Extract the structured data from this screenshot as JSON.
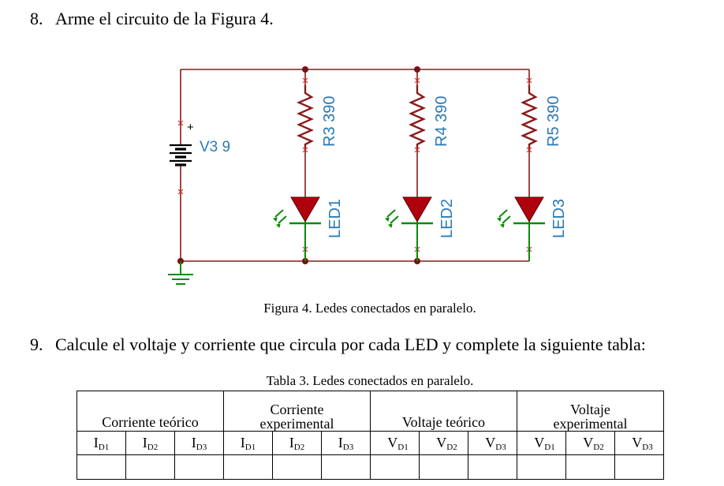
{
  "item8": {
    "number": "8.",
    "text": "Arme el circuito de la Figura 4."
  },
  "circuit": {
    "source": {
      "label": "V3 9",
      "polarity": "+"
    },
    "resistors": [
      "R3 390",
      "R4 390",
      "R5 390"
    ],
    "leds": [
      "LED1",
      "LED2",
      "LED3"
    ],
    "colors": {
      "wire": "#8b1a1a",
      "resistor": "#8b1a1a",
      "led": "#b0000e",
      "ground": "#0a8a0a",
      "label": "#2a7ab8"
    }
  },
  "figure_caption": "Figura 4. Ledes conectados en paralelo.",
  "item9": {
    "number": "9.",
    "text": "Calcule el voltaje y corriente que circula por cada LED y complete la siguiente tabla:"
  },
  "table_caption": "Tabla 3. Ledes conectados en paralelo.",
  "table": {
    "groups": [
      {
        "line1": "",
        "line2": "Corriente teórico"
      },
      {
        "line1": "Corriente",
        "line2": "experimental"
      },
      {
        "line1": "",
        "line2": "Voltaje teórico"
      },
      {
        "line1": "Voltaje",
        "line2": "experimental"
      }
    ],
    "sub": [
      {
        "main": "I",
        "sub": "D1"
      },
      {
        "main": "I",
        "sub": "D2"
      },
      {
        "main": "I",
        "sub": "D3"
      },
      {
        "main": "I",
        "sub": "D1"
      },
      {
        "main": "I",
        "sub": "D2"
      },
      {
        "main": "I",
        "sub": "D3"
      },
      {
        "main": "V",
        "sub": "D1"
      },
      {
        "main": "V",
        "sub": "D2"
      },
      {
        "main": "V",
        "sub": "D3"
      },
      {
        "main": "V",
        "sub": "D1"
      },
      {
        "main": "V",
        "sub": "D2"
      },
      {
        "main": "V",
        "sub": "D3"
      }
    ]
  }
}
